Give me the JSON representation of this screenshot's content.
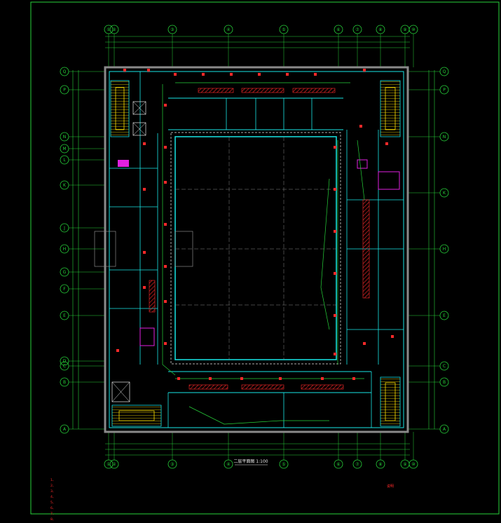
{
  "drawing": {
    "title": "二层平面图 1:100",
    "axes_top": [
      "①",
      "②",
      "③",
      "④",
      "⑤",
      "⑥",
      "⑦",
      "⑧",
      "⑨",
      "⑩"
    ],
    "axes_left": [
      "Q",
      "P",
      "N",
      "M",
      "L",
      "K",
      "J",
      "H",
      "G",
      "F",
      "E",
      "D",
      "C",
      "B",
      "A"
    ],
    "axes_right": [
      "Q",
      "P",
      "N",
      "K",
      "H",
      "E",
      "C",
      "B",
      "A"
    ],
    "colors": {
      "background": "#000000",
      "axis_green": "#27d23a",
      "wall_cyan": "#19e6e6",
      "fire_red": "#ff2a2a",
      "device_magenta": "#e020e0",
      "stair_yellow": "#ffe000",
      "grid_grey": "#8a8a8a",
      "text_white": "#e8e8e8"
    },
    "notes": [
      "1、",
      "2、",
      "3、",
      "4、",
      "5、",
      "6、",
      "7、",
      "8、"
    ],
    "legend": {
      "title": "说明",
      "lines": [
        "",
        "",
        ""
      ]
    }
  }
}
